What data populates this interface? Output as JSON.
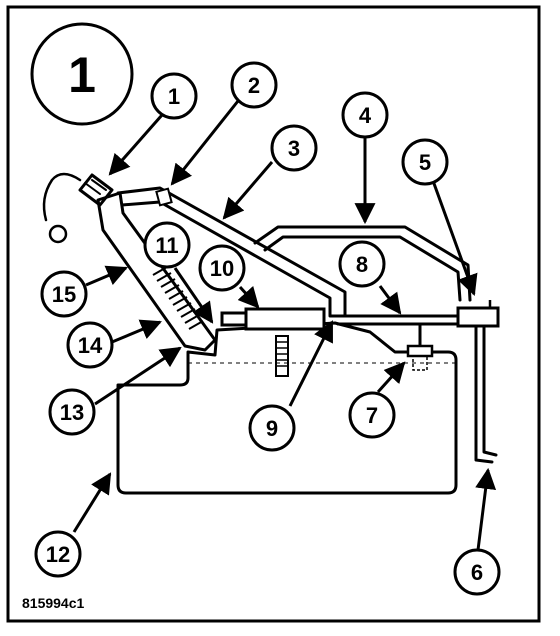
{
  "figure": {
    "number": "1",
    "reference_code": "815994c1"
  },
  "callouts": [
    {
      "id": "1"
    },
    {
      "id": "2"
    },
    {
      "id": "3"
    },
    {
      "id": "4"
    },
    {
      "id": "5"
    },
    {
      "id": "6"
    },
    {
      "id": "7"
    },
    {
      "id": "8"
    },
    {
      "id": "9"
    },
    {
      "id": "10"
    },
    {
      "id": "11"
    },
    {
      "id": "12"
    },
    {
      "id": "13"
    },
    {
      "id": "14"
    },
    {
      "id": "15"
    }
  ]
}
